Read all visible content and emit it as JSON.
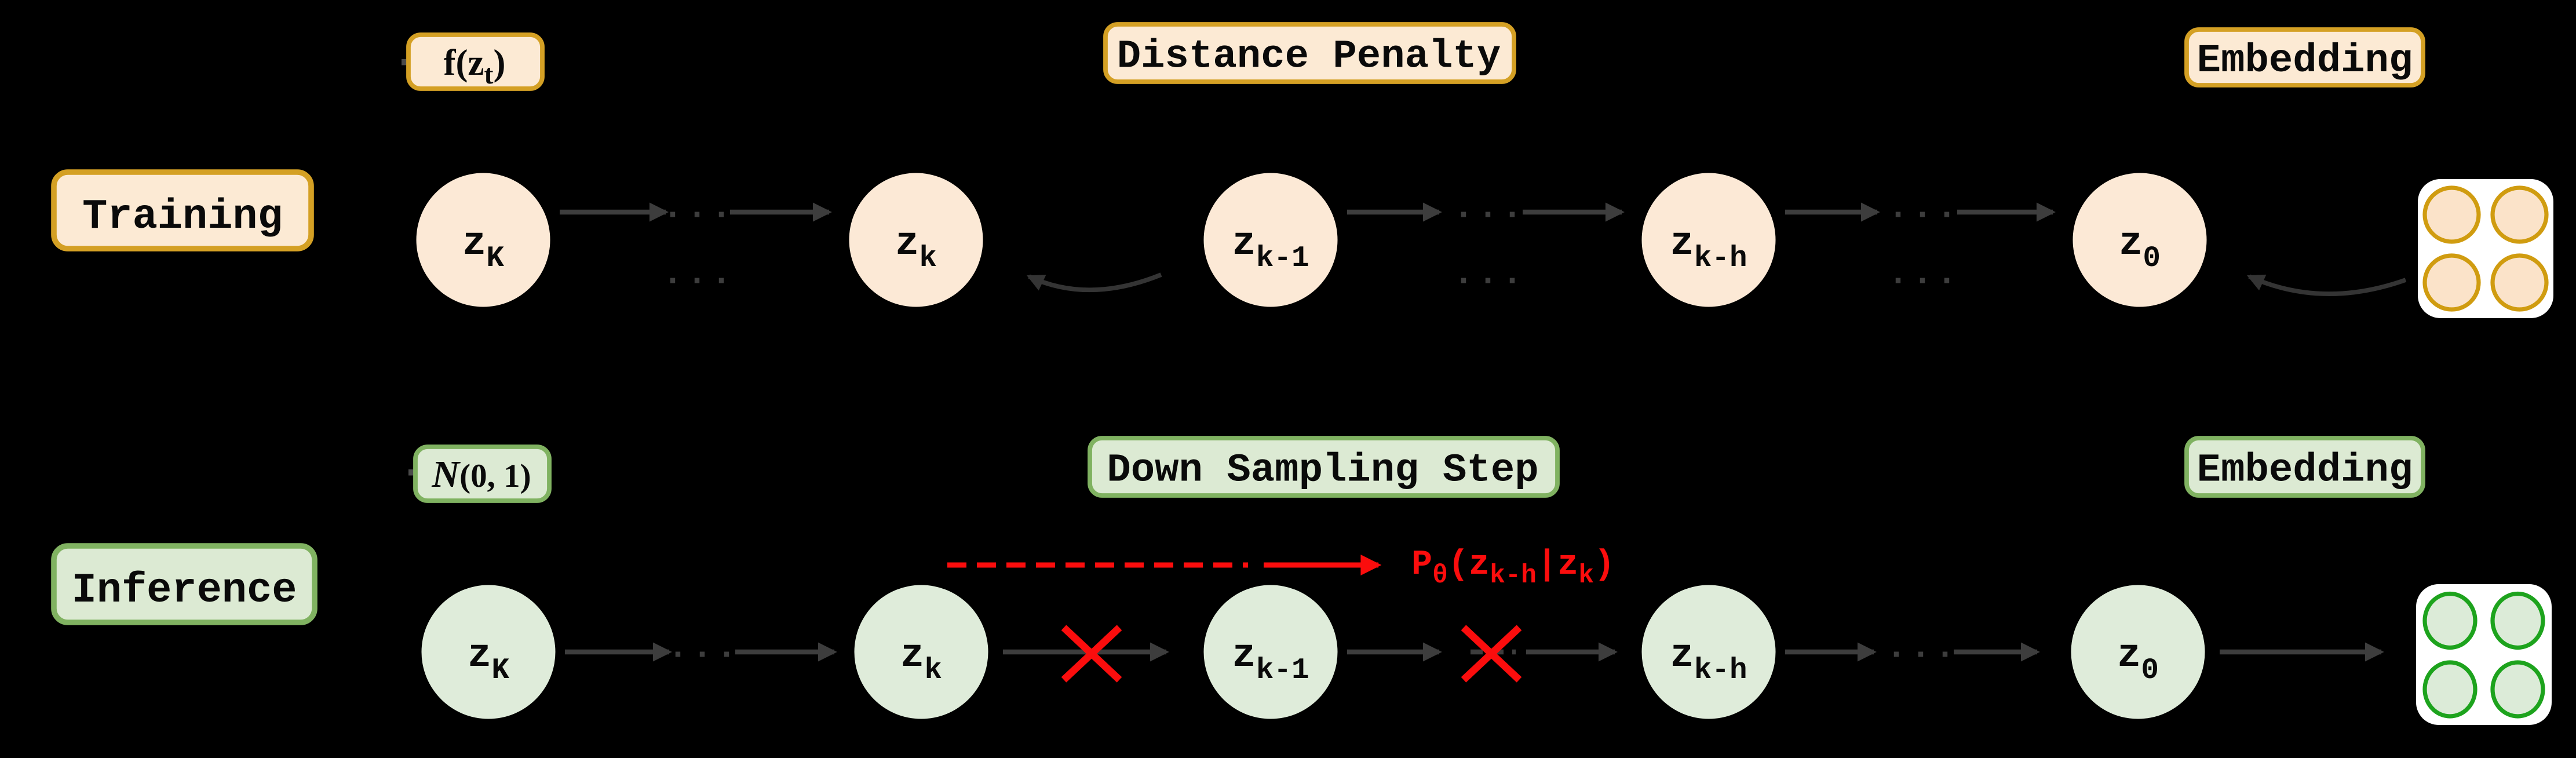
{
  "colors": {
    "background": "#000000",
    "training_fill": "#fce9d6",
    "training_box_fill": "#fcead4",
    "training_border": "#d4a024",
    "training_icon_stroke": "#d09c10",
    "training_icon_fill": "#fbe3c9",
    "inference_fill": "#dfecda",
    "inference_box_fill": "#dcead3",
    "inference_border": "#80b261",
    "inference_icon_stroke": "#1da31d",
    "inference_icon_fill": "#dcebd8",
    "arrow_gray": "#3d3d3d",
    "annotation_red": "#fb0d0d",
    "icon_background": "#ffffff",
    "text_black": "#0a0a0a"
  },
  "training": {
    "row_label": "Training",
    "input_label": {
      "main": "f(z",
      "sub": "t",
      "close": ")"
    },
    "penalty_label": "Distance Penalty",
    "embedding_label": "Embedding",
    "dots": "···",
    "nodes": [
      {
        "main": "z",
        "sub": "K"
      },
      {
        "main": "z",
        "sub": "k"
      },
      {
        "main": "z",
        "sub": "k-1"
      },
      {
        "main": "z",
        "sub": "k-h"
      },
      {
        "main": "z",
        "sub": "0"
      }
    ]
  },
  "inference": {
    "row_label": "Inference",
    "input_label": {
      "script": "N",
      "args": "(0, 1)"
    },
    "step_label": "Down Sampling Step",
    "embedding_label": "Embedding",
    "dots": "···",
    "nodes": [
      {
        "main": "z",
        "sub": "K"
      },
      {
        "main": "z",
        "sub": "k"
      },
      {
        "main": "z",
        "sub": "k-1"
      },
      {
        "main": "z",
        "sub": "k-h"
      },
      {
        "main": "z",
        "sub": "0"
      }
    ],
    "distribution_label": {
      "p": "P",
      "theta": "θ",
      "open": "(z",
      "sub1": "k-h",
      "bar": "|z",
      "sub2": "k",
      "close": ")"
    }
  }
}
